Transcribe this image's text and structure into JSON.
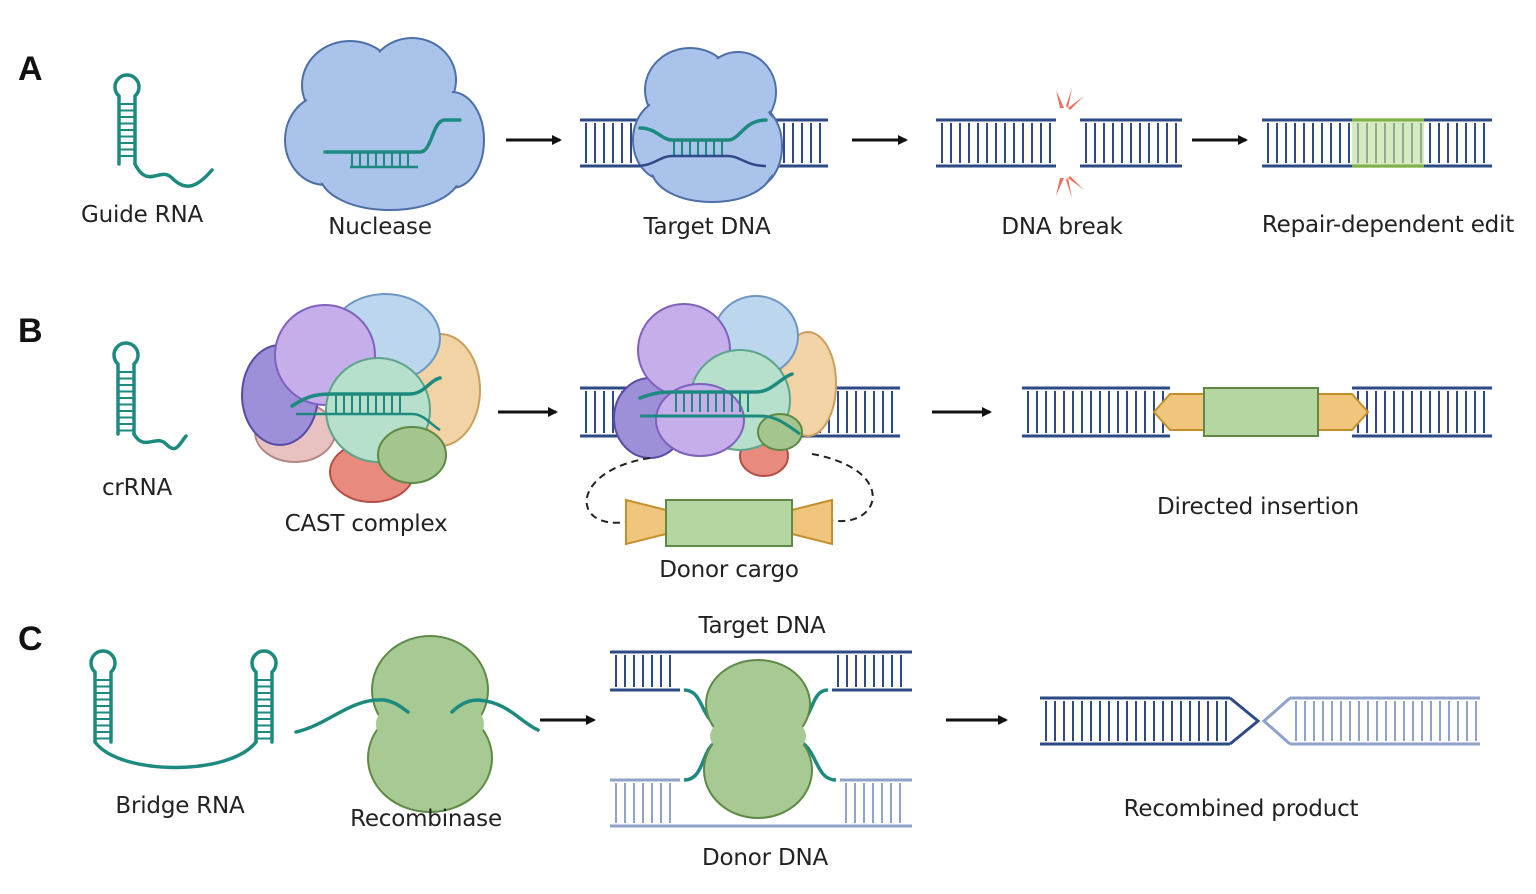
{
  "panels": {
    "a": {
      "letter": "A",
      "labels": {
        "guide_rna": "Guide RNA",
        "nuclease": "Nuclease",
        "target_dna": "Target DNA",
        "dna_break": "DNA break",
        "edit": "Repair-dependent edit"
      }
    },
    "b": {
      "letter": "B",
      "labels": {
        "crrna": "crRNA",
        "cast_complex": "CAST complex",
        "donor_cargo": "Donor cargo",
        "directed_insertion": "Directed insertion"
      }
    },
    "c": {
      "letter": "C",
      "labels": {
        "bridge_rna": "Bridge RNA",
        "recombinase": "Recombinase",
        "target_dna": "Target DNA",
        "donor_dna": "Donor DNA",
        "recombined_product": "Recombined product"
      }
    }
  },
  "colors": {
    "dna_strand": "#2e4a86",
    "dna_light": "#8fa2c9",
    "rna": "#1d8a80",
    "nuclease_fill": "#a9c3ea",
    "recombinase_fill": "#a7c993",
    "cargo_fill": "#b5d6a3",
    "cargo_end": "#f0c57e",
    "break_mark": "#e8705f"
  }
}
